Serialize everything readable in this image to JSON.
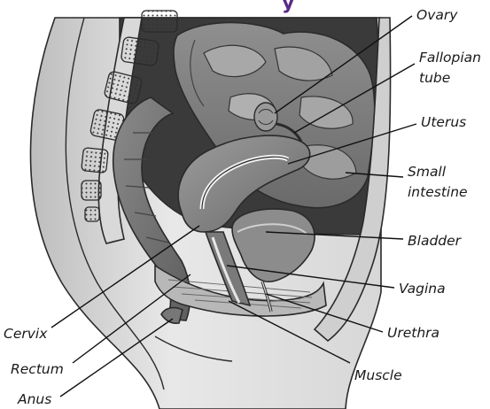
{
  "diagram": {
    "title_fragment": "y",
    "labels": {
      "ovary": "Ovary",
      "fallopian_tube_line1": "Fallopian",
      "fallopian_tube_line2": "tube",
      "uterus": "Uterus",
      "small_intestine_line1": "Small",
      "small_intestine_line2": "intestine",
      "bladder": "Bladder",
      "vagina": "Vagina",
      "urethra": "Urethra",
      "muscle": "Muscle",
      "cervix": "Cervix",
      "rectum": "Rectum",
      "anus": "Anus"
    },
    "colors": {
      "title": "#5b2a86",
      "tissue_dark": "#6e6e6e",
      "tissue_mid": "#9a9a9a",
      "tissue_light": "#c8c8c8",
      "skin": "#e4e4e4"
    }
  }
}
